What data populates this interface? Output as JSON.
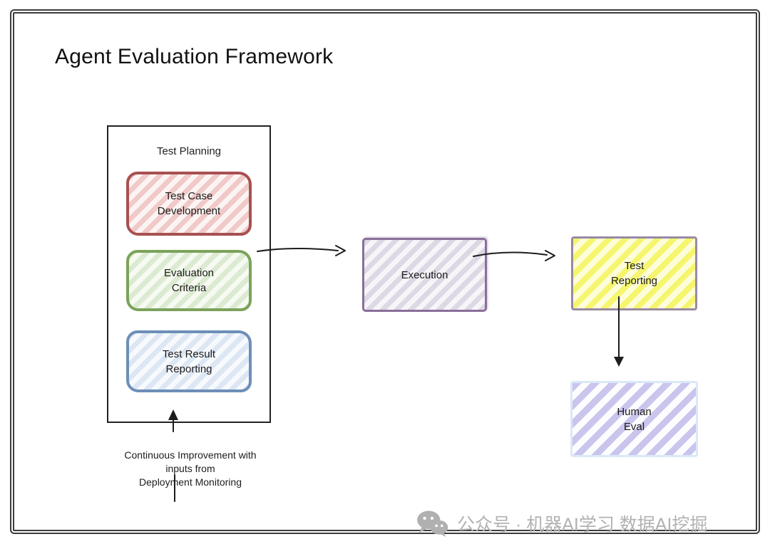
{
  "title": "Agent Evaluation Framework",
  "nodes": {
    "test_planning": {
      "label": "Test Planning",
      "children": [
        {
          "id": "test-case-development",
          "lines": [
            "Test Case",
            "Development"
          ],
          "border_color": "#a85050",
          "stripe_color": "#f0c9c9"
        },
        {
          "id": "evaluation-criteria",
          "lines": [
            "Evaluation",
            "Criteria"
          ],
          "border_color": "#7ba35b",
          "stripe_color": "#dcead1"
        },
        {
          "id": "test-result-reporting",
          "lines": [
            "Test Result",
            "Reporting"
          ],
          "border_color": "#6d8fb8",
          "stripe_color": "#dde6f3"
        }
      ]
    },
    "execution": {
      "lines": [
        "Execution"
      ],
      "border_color": "#8a6f99",
      "stripe_color": "#ddd8e3"
    },
    "test_reporting": {
      "lines": [
        "Test",
        "Reporting"
      ],
      "border_color": "#998aa2",
      "stripe_color": "#f6f66e"
    },
    "human_eval": {
      "lines": [
        "Human",
        "Eval"
      ],
      "border_color": "#d9e9f7",
      "stripe_color": "#c9c5ed"
    }
  },
  "connections": [
    {
      "from": "test_planning",
      "to": "execution"
    },
    {
      "from": "execution",
      "to": "test_reporting"
    },
    {
      "from": "test_reporting",
      "to": "human_eval"
    },
    {
      "from": "deployment_monitoring_note",
      "to": "test_planning"
    }
  ],
  "annotation": {
    "lines": [
      "Continuous Improvement with",
      "inputs from",
      "Deployment Monitoring"
    ]
  },
  "watermark": {
    "icon": "wechat-icon",
    "text": "公众号 · 机器AI学习 数据AI挖掘",
    "color": "#b2b2b2"
  },
  "colors": {
    "frame_border": "#3c3c3c",
    "container_border": "#222222",
    "arrow": "#1d1d1d",
    "background": "#ffffff"
  }
}
